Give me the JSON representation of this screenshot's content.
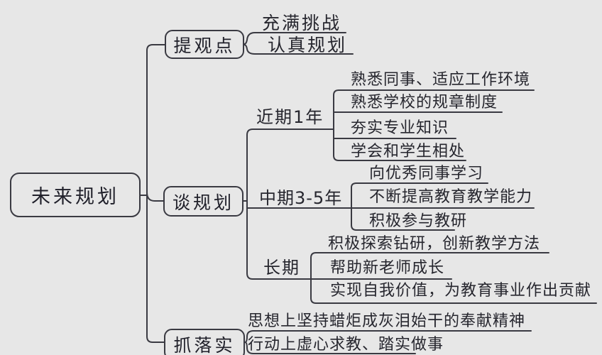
{
  "page": {
    "background_color": "#e7e7e7",
    "line_color": "#3a3a42",
    "text_color": "#26262e"
  },
  "root": {
    "label": "未来规划"
  },
  "branches": [
    {
      "label": "提观点",
      "children": [
        {
          "label": "充满挑战"
        },
        {
          "label": "认真规划"
        }
      ]
    },
    {
      "label": "谈规划",
      "children": [
        {
          "label": "近期1年",
          "children": [
            "熟悉同事、适应工作环境",
            "熟悉学校的规章制度",
            "夯实专业知识",
            "学会和学生相处"
          ]
        },
        {
          "label": "中期3-5年",
          "children": [
            "向优秀同事学习",
            "不断提高教育教学能力",
            "积极参与教研"
          ]
        },
        {
          "label": "长期",
          "children": [
            "积极探索钻研，创新教学方法",
            "帮助新老师成长",
            "实现自我价值，为教育事业作出贡献"
          ]
        }
      ]
    },
    {
      "label": "抓落实",
      "children": [
        "思想上坚持蜡炬成灰泪始干的奉献精神",
        "行动上虚心求教、踏实做事"
      ]
    }
  ]
}
